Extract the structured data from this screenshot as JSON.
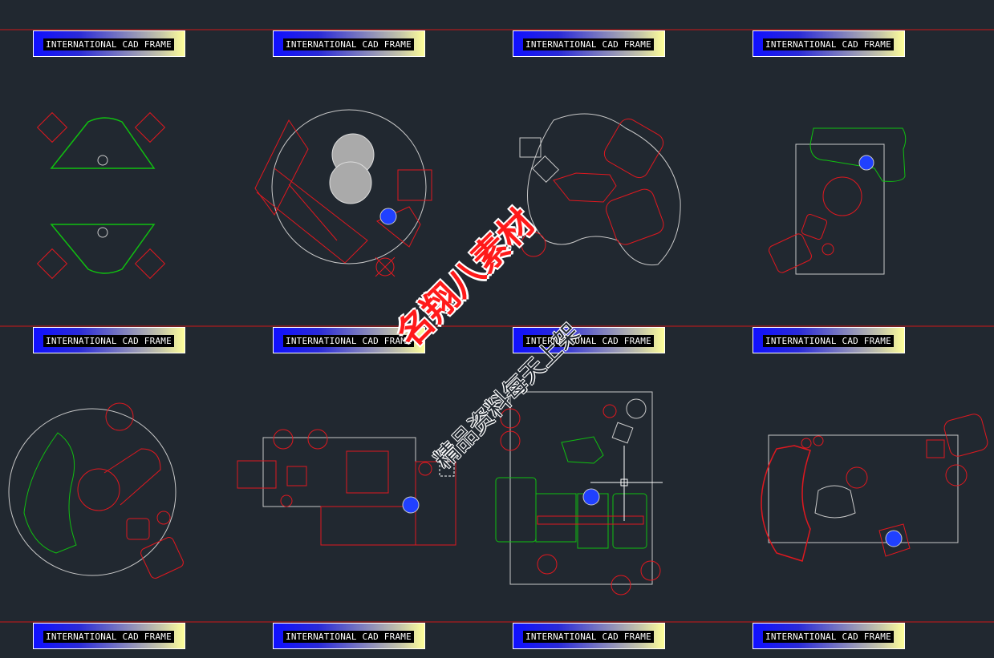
{
  "frame_label": "INTERNATIONAL CAD FRAME",
  "watermark": {
    "brand": "名翔八素材",
    "slogan": "精品资料每天上架"
  },
  "colors": {
    "background": "#212830",
    "red": "#e0181f",
    "green": "#10c010",
    "white": "#c8c8c8",
    "blue": "#2040ff"
  }
}
